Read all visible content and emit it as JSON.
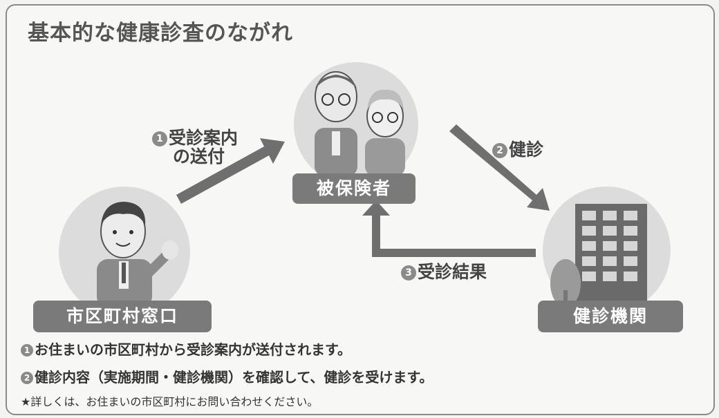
{
  "title": "基本的な健康診査のながれ",
  "nodes": {
    "insured": "被保険者",
    "municipality": "市区町村窓口",
    "institution": "健診機関"
  },
  "steps": [
    {
      "num": "1",
      "label_line1": "受診案内",
      "label_line2": "の送付"
    },
    {
      "num": "2",
      "label": "健診"
    },
    {
      "num": "3",
      "label": "受診結果"
    }
  ],
  "notes": [
    {
      "num": "1",
      "text": "お住まいの市区町村から受診案内が送付されます。"
    },
    {
      "num": "2",
      "text": "健診内容（実施期間・健診機関）を確認して、健診を受けます。"
    },
    {
      "star": "★",
      "text": "詳しくは、お住まいの市区町村にお問い合わせください。"
    }
  ],
  "colors": {
    "pill": "#7a7a7a",
    "arrow": "#6f6f6f",
    "circle": "#dcdcdc"
  }
}
